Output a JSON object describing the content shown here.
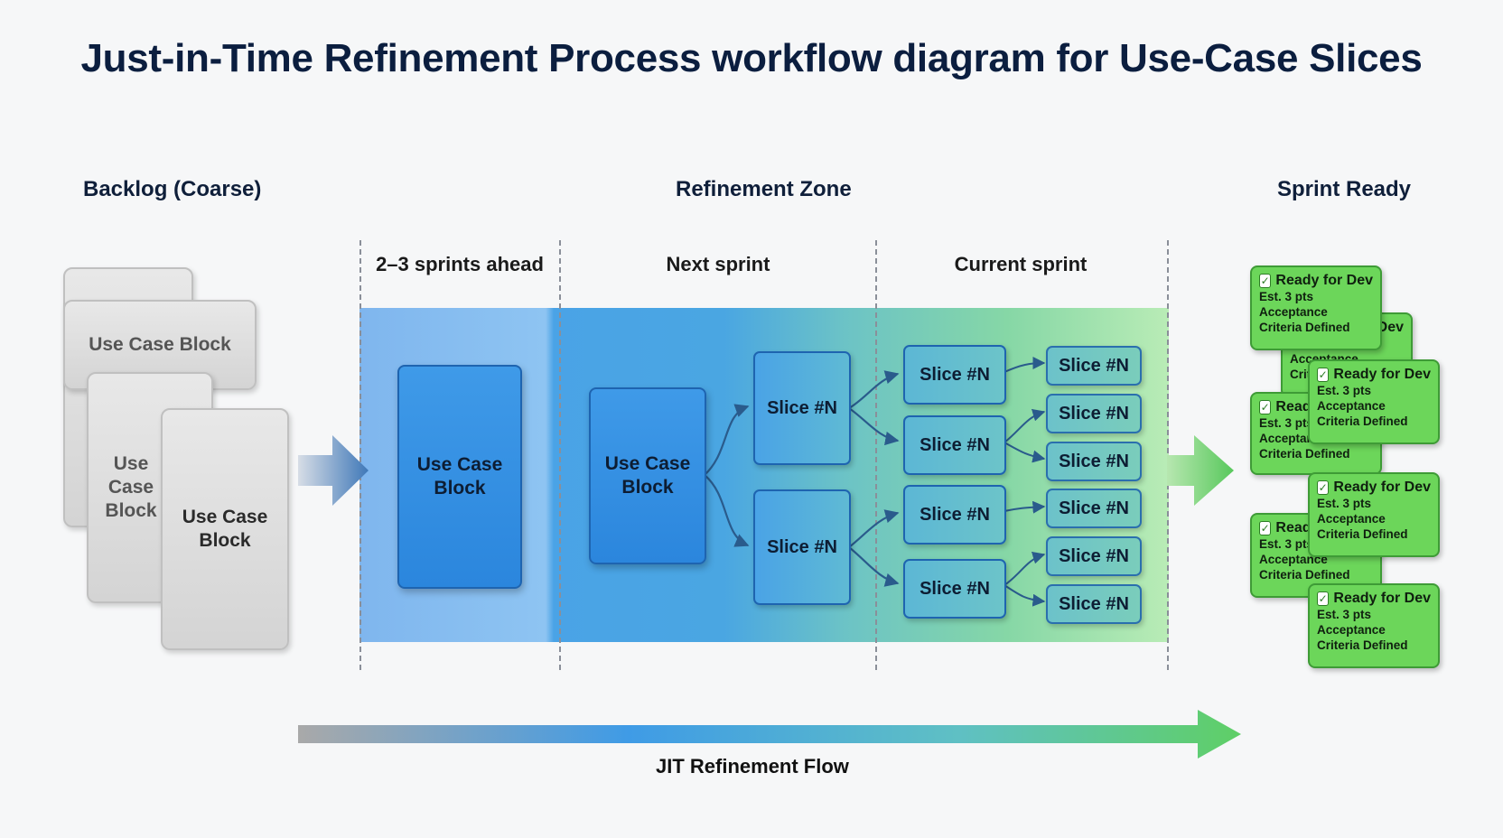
{
  "title": "Just-in-Time Refinement Process workflow diagram for Use-Case Slices",
  "sections": {
    "backlog": "Backlog (Coarse)",
    "refinement": "Refinement Zone",
    "ready": "Sprint Ready"
  },
  "columns": {
    "ahead": "2–3 sprints ahead",
    "next": "Next sprint",
    "current": "Current sprint"
  },
  "backlog_cards": [
    {
      "label": "Use Case Block"
    },
    {
      "label": "Use Case Block"
    },
    {
      "label": "Use Case Block"
    }
  ],
  "blocks": {
    "ahead": "Use Case Block",
    "next": "Use Case Block"
  },
  "slice_label": "Slice #N",
  "ready_card": {
    "status": "Ready for Dev",
    "estimate": "Est. 3 pts",
    "line1": "Acceptance",
    "line2": "Criteria Defined"
  },
  "flow_label": "JIT Refinement Flow",
  "colors": {
    "title": "#0b1e3f",
    "block_blue": "#2b86dd",
    "ready_green": "#6cd65a",
    "backlog_grey": "#d4d4d4"
  }
}
